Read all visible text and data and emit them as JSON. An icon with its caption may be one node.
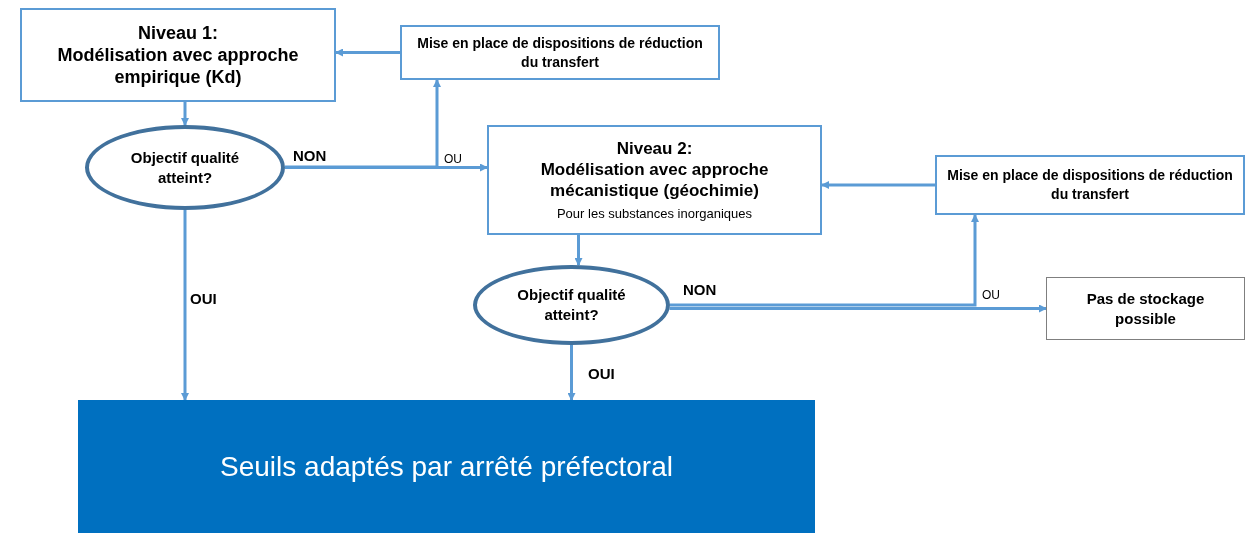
{
  "diagram": {
    "nodes": [
      {
        "text": [
          "Niveau 1:",
          "Modélisation avec approche empirique (Kd)"
        ]
      },
      {
        "text": [
          "Mise en place de dispositions de réduction du transfert"
        ]
      },
      {
        "text": [
          "Objectif qualité atteint?"
        ]
      },
      {
        "text": [
          "Niveau 2:",
          "Modélisation avec approche mécanistique (géochimie)",
          "Pour les substances inorganiques"
        ]
      },
      {
        "text": [
          "Mise en place de dispositions de réduction du transfert"
        ]
      },
      {
        "text": [
          "Objectif qualité atteint?"
        ]
      },
      {
        "text": [
          "Pas de stockage possible"
        ]
      },
      {
        "text": [
          "Seuils adaptés par arrêté préfectoral"
        ]
      }
    ],
    "edges": [
      {
        "from": 0,
        "to": 2,
        "arrow": "to"
      },
      {
        "from": 1,
        "to": 0,
        "arrow": "to"
      },
      {
        "from": 2,
        "to": 3,
        "arrow": "to",
        "label": "NON"
      },
      {
        "from": 2,
        "to": 1,
        "arrow": "to",
        "label": "OU"
      },
      {
        "from": 2,
        "to": 7,
        "arrow": "to",
        "label": "OUI"
      },
      {
        "from": 3,
        "to": 5,
        "arrow": "to"
      },
      {
        "from": 4,
        "to": 3,
        "arrow": "to"
      },
      {
        "from": 5,
        "to": 6,
        "arrow": "to",
        "label": "NON"
      },
      {
        "from": 5,
        "to": 4,
        "arrow": "to",
        "label": "OU"
      },
      {
        "from": 5,
        "to": 7,
        "arrow": "to",
        "label": "OUI"
      }
    ]
  }
}
